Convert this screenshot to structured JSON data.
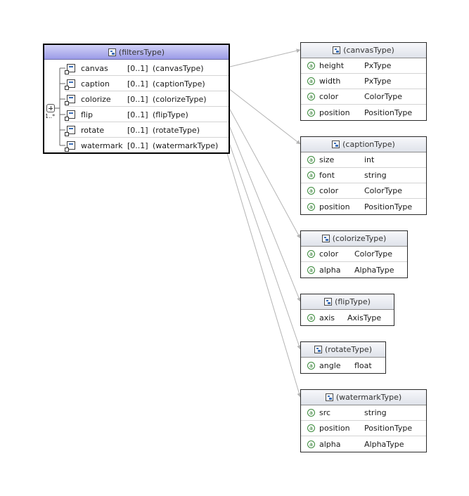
{
  "main": {
    "title": "(filtersType)",
    "occurs": "1..*",
    "elements": [
      {
        "name": "canvas",
        "cardinality": "[0..1]",
        "type": "(canvasType)"
      },
      {
        "name": "caption",
        "cardinality": "[0..1]",
        "type": "(captionType)"
      },
      {
        "name": "colorize",
        "cardinality": "[0..1]",
        "type": "(colorizeType)"
      },
      {
        "name": "flip",
        "cardinality": "[0..1]",
        "type": "(flipType)"
      },
      {
        "name": "rotate",
        "cardinality": "[0..1]",
        "type": "(rotateType)"
      },
      {
        "name": "watermark",
        "cardinality": "[0..1]",
        "type": "(watermarkType)"
      }
    ]
  },
  "types": [
    {
      "title": "(canvasType)",
      "attributes": [
        {
          "name": "height",
          "type": "PxType"
        },
        {
          "name": "width",
          "type": "PxType"
        },
        {
          "name": "color",
          "type": "ColorType"
        },
        {
          "name": "position",
          "type": "PositionType"
        }
      ]
    },
    {
      "title": "(captionType)",
      "attributes": [
        {
          "name": "size",
          "type": "int"
        },
        {
          "name": "font",
          "type": "string"
        },
        {
          "name": "color",
          "type": "ColorType"
        },
        {
          "name": "position",
          "type": "PositionType"
        }
      ]
    },
    {
      "title": "(colorizeType)",
      "attributes": [
        {
          "name": "color",
          "type": "ColorType"
        },
        {
          "name": "alpha",
          "type": "AlphaType"
        }
      ]
    },
    {
      "title": "(flipType)",
      "attributes": [
        {
          "name": "axis",
          "type": "AxisType"
        }
      ]
    },
    {
      "title": "(rotateType)",
      "attributes": [
        {
          "name": "angle",
          "type": "float"
        }
      ]
    },
    {
      "title": "(watermarkType)",
      "attributes": [
        {
          "name": "src",
          "type": "string"
        },
        {
          "name": "position",
          "type": "PositionType"
        },
        {
          "name": "alpha",
          "type": "AlphaType"
        }
      ]
    }
  ],
  "icons": {
    "attribute_glyph": "a",
    "main_header_color": "#9b9be7",
    "connector_color": "#b4b4b4"
  }
}
